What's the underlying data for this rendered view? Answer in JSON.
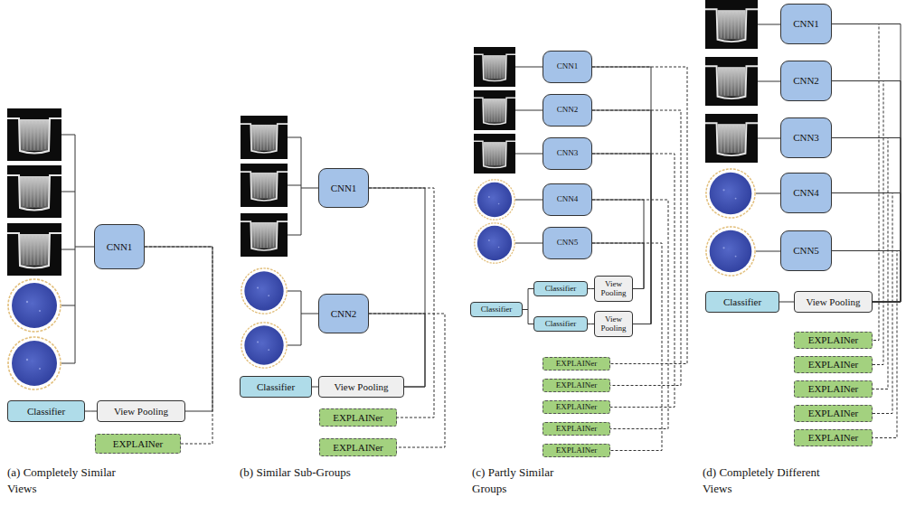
{
  "diagram": {
    "nodes": [
      {
        "text": [
          "CNN1"
        ]
      },
      {
        "text": [
          "Classifier"
        ]
      },
      {
        "text": [
          "View Pooling"
        ]
      },
      {
        "text": [
          "EXPLAINer"
        ]
      },
      {
        "text": [
          "CNN1"
        ]
      },
      {
        "text": [
          "CNN2"
        ]
      },
      {
        "text": [
          "Classifier"
        ]
      },
      {
        "text": [
          "View Pooling"
        ]
      },
      {
        "text": [
          "EXPLAINer"
        ]
      },
      {
        "text": [
          "EXPLAINer"
        ]
      },
      {
        "text": [
          "CNN1"
        ]
      },
      {
        "text": [
          "CNN2"
        ]
      },
      {
        "text": [
          "CNN3"
        ]
      },
      {
        "text": [
          "CNN4"
        ]
      },
      {
        "text": [
          "CNN5"
        ]
      },
      {
        "text": [
          "Classifier"
        ]
      },
      {
        "text": [
          "Classifier"
        ]
      },
      {
        "text": [
          "View Pooling"
        ]
      },
      {
        "text": [
          "Classifier"
        ]
      },
      {
        "text": [
          "View Pooling"
        ]
      },
      {
        "text": [
          "EXPLAINer"
        ]
      },
      {
        "text": [
          "EXPLAINer"
        ]
      },
      {
        "text": [
          "EXPLAINer"
        ]
      },
      {
        "text": [
          "EXPLAINer"
        ]
      },
      {
        "text": [
          "EXPLAINer"
        ]
      },
      {
        "text": [
          "CNN1"
        ]
      },
      {
        "text": [
          "CNN2"
        ]
      },
      {
        "text": [
          "CNN3"
        ]
      },
      {
        "text": [
          "CNN4"
        ]
      },
      {
        "text": [
          "CNN5"
        ]
      },
      {
        "text": [
          "Classifier"
        ]
      },
      {
        "text": [
          "View Pooling"
        ]
      },
      {
        "text": [
          "EXPLAINer"
        ]
      },
      {
        "text": [
          "EXPLAINer"
        ]
      },
      {
        "text": [
          "EXPLAINer"
        ]
      },
      {
        "text": [
          "EXPLAINer"
        ]
      },
      {
        "text": [
          "EXPLAINer"
        ]
      }
    ],
    "edges": [
      {
        "from": 0,
        "to": 2,
        "arrow": "none"
      },
      {
        "from": 2,
        "to": 1,
        "arrow": "none"
      },
      {
        "from": 0,
        "to": 3,
        "arrow": "none"
      },
      {
        "from": 4,
        "to": 7,
        "arrow": "none"
      },
      {
        "from": 5,
        "to": 7,
        "arrow": "none"
      },
      {
        "from": 7,
        "to": 6,
        "arrow": "none"
      },
      {
        "from": 4,
        "to": 8,
        "arrow": "none"
      },
      {
        "from": 5,
        "to": 9,
        "arrow": "none"
      },
      {
        "from": 10,
        "to": 19,
        "arrow": "none"
      },
      {
        "from": 11,
        "to": 19,
        "arrow": "none"
      },
      {
        "from": 12,
        "to": 19,
        "arrow": "none"
      },
      {
        "from": 13,
        "to": 17,
        "arrow": "none"
      },
      {
        "from": 14,
        "to": 17,
        "arrow": "none"
      },
      {
        "from": 17,
        "to": 16,
        "arrow": "none"
      },
      {
        "from": 19,
        "to": 18,
        "arrow": "none"
      },
      {
        "from": 16,
        "to": 15,
        "arrow": "none"
      },
      {
        "from": 18,
        "to": 15,
        "arrow": "none"
      },
      {
        "from": 10,
        "to": 20,
        "arrow": "none"
      },
      {
        "from": 11,
        "to": 21,
        "arrow": "none"
      },
      {
        "from": 12,
        "to": 22,
        "arrow": "none"
      },
      {
        "from": 13,
        "to": 23,
        "arrow": "none"
      },
      {
        "from": 14,
        "to": 24,
        "arrow": "none"
      },
      {
        "from": 25,
        "to": 31,
        "arrow": "none"
      },
      {
        "from": 26,
        "to": 31,
        "arrow": "none"
      },
      {
        "from": 27,
        "to": 31,
        "arrow": "none"
      },
      {
        "from": 28,
        "to": 31,
        "arrow": "none"
      },
      {
        "from": 29,
        "to": 31,
        "arrow": "none"
      },
      {
        "from": 31,
        "to": 30,
        "arrow": "none"
      },
      {
        "from": 25,
        "to": 32,
        "arrow": "none"
      },
      {
        "from": 26,
        "to": 33,
        "arrow": "none"
      },
      {
        "from": 27,
        "to": 34,
        "arrow": "none"
      },
      {
        "from": 28,
        "to": 35,
        "arrow": "none"
      },
      {
        "from": 29,
        "to": 36,
        "arrow": "none"
      }
    ],
    "labels": [
      "(a) Completely Similar Views",
      "(b) Similar Sub-Groups",
      "(c) Partly Similar Groups",
      "(d) Completely Different Views"
    ]
  }
}
